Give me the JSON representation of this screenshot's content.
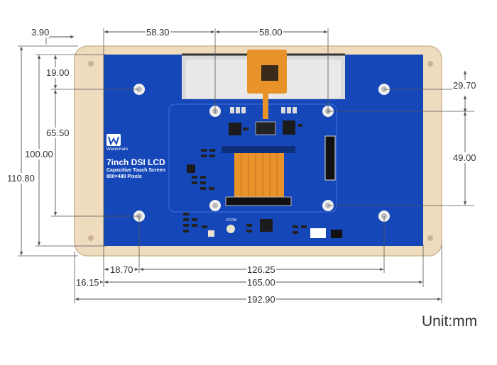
{
  "board": {
    "title": "7inch DSI LCD",
    "subtitle": "Capacitive Touch Screen",
    "resolution": "800×480 Pixels",
    "brand": "Waveshare",
    "silkscreen_labels": [
      "VCOM"
    ]
  },
  "dimensions": {
    "d_3_90": "3.90",
    "d_58_30": "58.30",
    "d_58_00": "58.00",
    "d_19_00": "19.00",
    "d_29_70": "29.70",
    "d_65_50": "65.50",
    "d_100_00": "100.00",
    "d_110_80": "110.80",
    "d_49_00": "49.00",
    "d_18_70": "18.70",
    "d_126_25": "126.25",
    "d_16_15": "16.15",
    "d_165_00": "165.00",
    "d_192_90": "192.90"
  },
  "unit": "Unit:mm",
  "colors": {
    "glass_frame": "#efdcbf",
    "pcb": "#1547b8",
    "fpc": "#e8922a",
    "dimension_line": "#555555"
  }
}
